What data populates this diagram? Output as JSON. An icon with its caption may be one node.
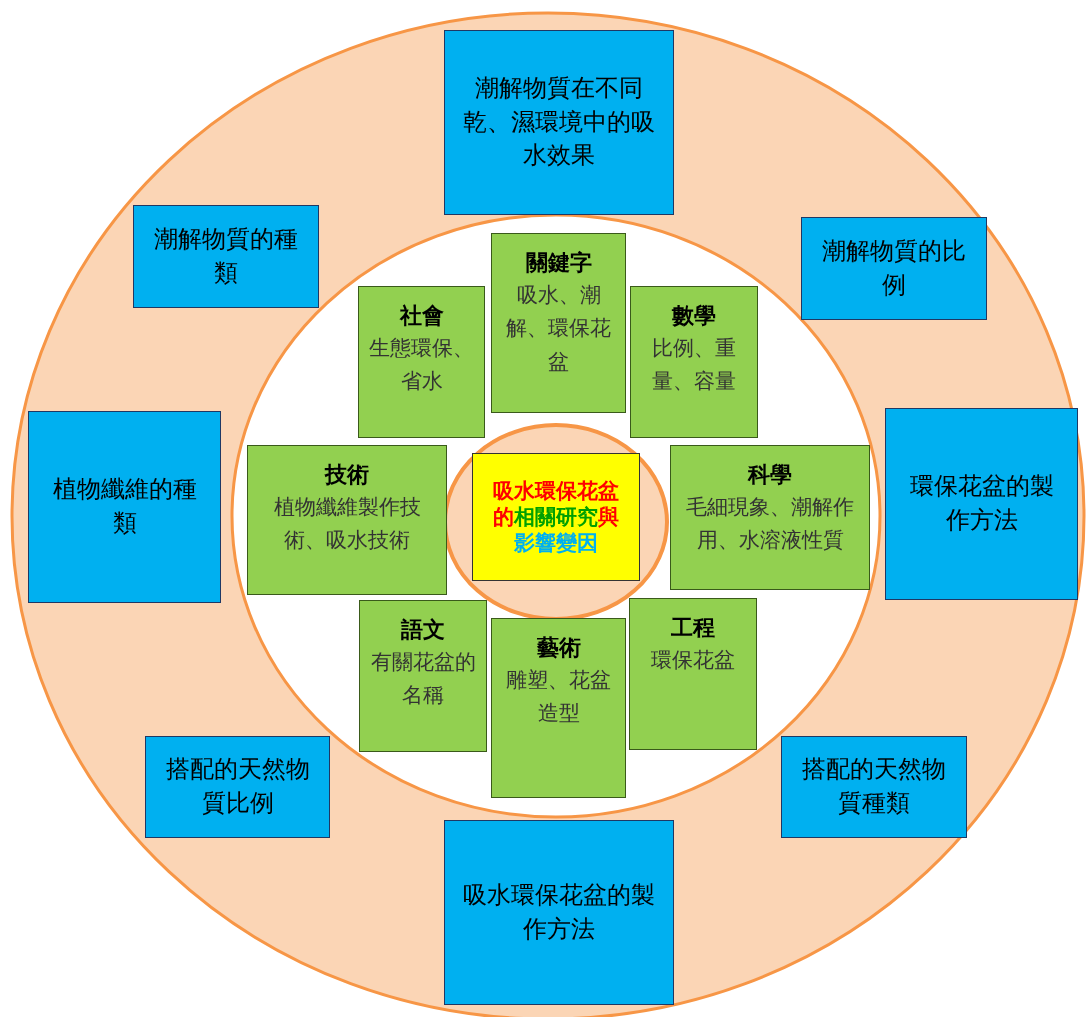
{
  "diagram": {
    "nodes": [
      {
        "text": [
          "潮解物質在不同乾、濕環境中的吸水效果"
        ]
      },
      {
        "text": [
          "潮解物質的種類"
        ]
      },
      {
        "text": [
          "潮解物質的比例"
        ]
      },
      {
        "text": [
          "關鍵字",
          "吸水、潮解、環保花盆"
        ]
      },
      {
        "text": [
          "社會",
          "生態環保、省水"
        ]
      },
      {
        "text": [
          "數學",
          "比例、重量、容量"
        ]
      },
      {
        "text": [
          "植物纖維的種類"
        ]
      },
      {
        "text": [
          "環保花盆的製作方法"
        ]
      },
      {
        "text": [
          "技術",
          "植物纖維製作技術、吸水技術"
        ]
      },
      {
        "text": [
          "吸水環保花盆的",
          "相關研究",
          "與",
          "影響變因"
        ]
      },
      {
        "text": [
          "科學",
          "毛細現象、潮解作用、水溶液性質"
        ]
      },
      {
        "text": [
          "語文",
          "有關花盆的名稱"
        ]
      },
      {
        "text": [
          "藝術",
          "雕塑、花盆造型"
        ]
      },
      {
        "text": [
          "工程",
          "環保花盆"
        ]
      },
      {
        "text": [
          "搭配的天然物質比例"
        ]
      },
      {
        "text": [
          "搭配的天然物質種類"
        ]
      },
      {
        "text": [
          "吸水環保花盆的製作方法"
        ]
      }
    ]
  }
}
